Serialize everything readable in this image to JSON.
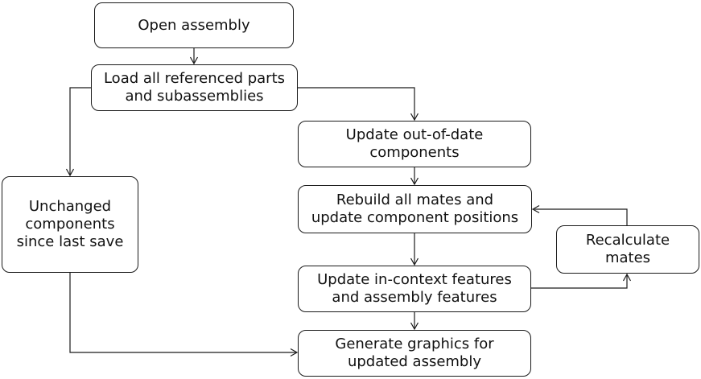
{
  "diagram": {
    "type": "flowchart",
    "colors": {
      "background": "#ffffff",
      "stroke": "#1a1a1a",
      "text": "#111111",
      "node_fill": "#ffffff"
    },
    "nodes": {
      "open_assembly": {
        "label": "Open assembly"
      },
      "load_parts": {
        "label": "Load all referenced parts\nand subassemblies"
      },
      "update_out_of_date": {
        "label": "Update out-of-date\ncomponents"
      },
      "rebuild_mates": {
        "label": "Rebuild all mates and\nupdate component positions"
      },
      "unchanged_components": {
        "label": "Unchanged\ncomponents\nsince last save"
      },
      "recalculate_mates": {
        "label": "Recalculate\nmates"
      },
      "update_features": {
        "label": "Update in-context features\nand assembly features"
      },
      "generate_graphics": {
        "label": "Generate graphics for\nupdated assembly"
      }
    },
    "edges": [
      {
        "from": "open_assembly",
        "to": "load_parts"
      },
      {
        "from": "load_parts",
        "to": "unchanged_components"
      },
      {
        "from": "load_parts",
        "to": "update_out_of_date"
      },
      {
        "from": "update_out_of_date",
        "to": "rebuild_mates"
      },
      {
        "from": "rebuild_mates",
        "to": "update_features"
      },
      {
        "from": "update_features",
        "to": "generate_graphics"
      },
      {
        "from": "unchanged_components",
        "to": "generate_graphics"
      },
      {
        "from": "update_features",
        "to": "recalculate_mates"
      },
      {
        "from": "recalculate_mates",
        "to": "rebuild_mates"
      }
    ]
  }
}
